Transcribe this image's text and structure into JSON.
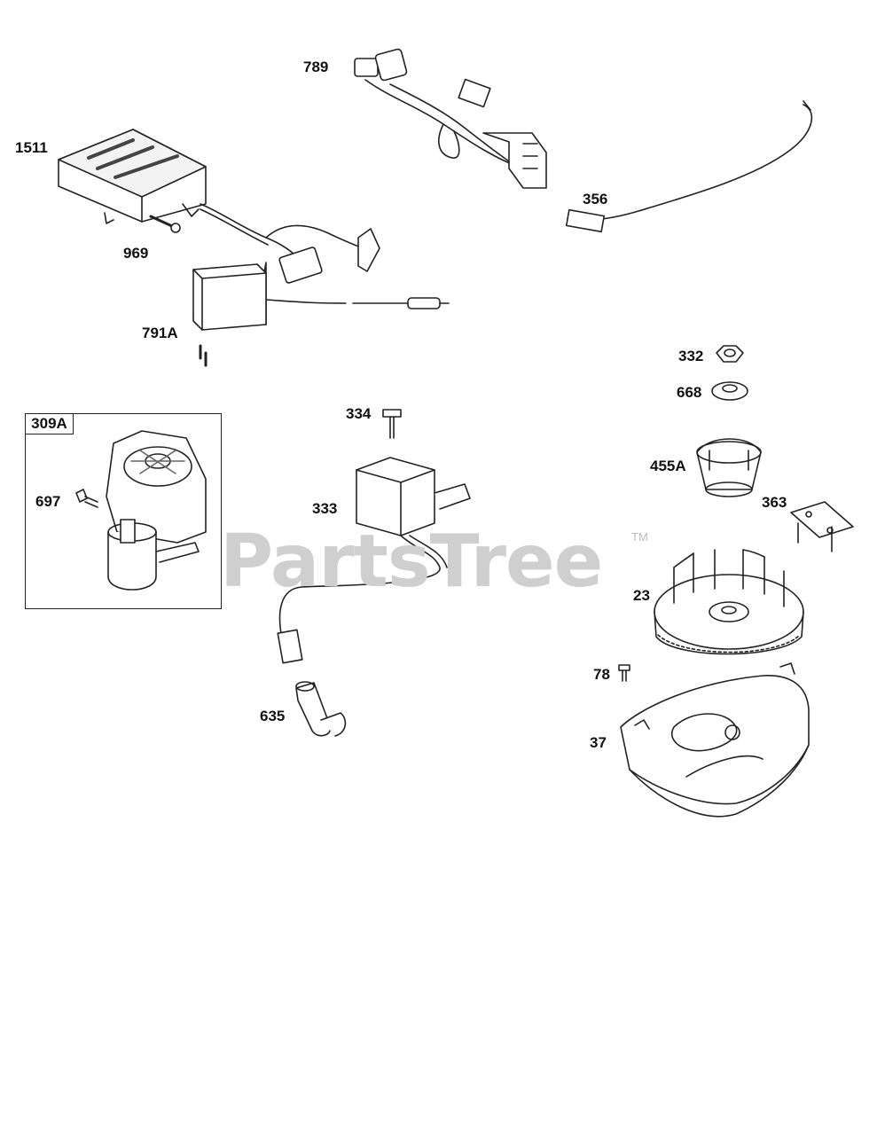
{
  "watermark": {
    "text": "PartsTree",
    "trademark": "TM"
  },
  "inset": {
    "label": "309A"
  },
  "labels": {
    "p789": "789",
    "p1511": "1511",
    "p356": "356",
    "p969": "969",
    "p791A": "791A",
    "p332": "332",
    "p668": "668",
    "p334": "334",
    "p697": "697",
    "p455A": "455A",
    "p333": "333",
    "p363": "363",
    "p23": "23",
    "p78": "78",
    "p635": "635",
    "p37": "37"
  }
}
